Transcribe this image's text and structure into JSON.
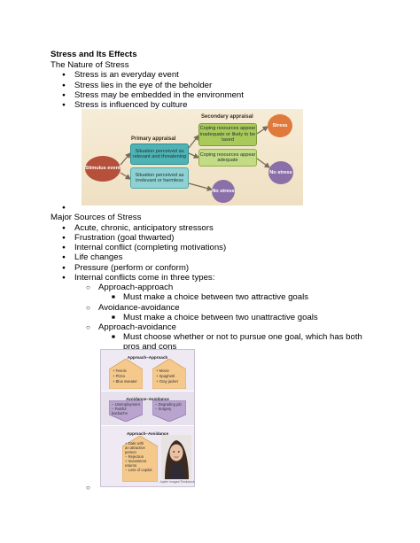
{
  "heading": "Stress and Its Effects",
  "nature_heading": "The Nature of Stress",
  "nature_bullets": [
    "Stress is an everyday event",
    "Stress lies in the eye of the beholder",
    "Stress may be embedded in the environment",
    "Stress is influenced by culture"
  ],
  "diagram": {
    "secondary_title": "Secondary appraisal",
    "primary_title": "Primary appraisal",
    "stimulus": "Stimulus event",
    "relevant": "Situation perceived as relevant and threatening",
    "irrelevant": "Situation perceived as irrelevant or harmless",
    "inadequate": "Coping resources appear inadequate or likely to be taxed",
    "adequate": "Coping resources appear adequate",
    "stress": "Stress",
    "no_stress_1": "No stress",
    "no_stress_2": "No stress",
    "colors": {
      "stimulus": "#b5513a",
      "primary_box": "#4fb3b5",
      "secondary_box": "#a9c95a",
      "stress": "#e07a3c",
      "no_stress": "#8a6fa8",
      "background": "#f3e6cc"
    }
  },
  "sources_heading": "Major Sources of Stress",
  "sources_bullets": [
    "Acute, chronic, anticipatory stressors",
    "Frustration (goal thwarted)",
    "Internal conflict (completing motivations)",
    "Life changes",
    "Pressure (perform or conform)",
    "Internal conflicts come in three types:"
  ],
  "conflicts": [
    {
      "name": "Approach-approach",
      "detail": "Must make a choice between two attractive goals"
    },
    {
      "name": "Avoidance-avoidance",
      "detail": "Must make a choice between two unattractive goals"
    },
    {
      "name": "Approach-avoidance",
      "detail": "Must choose whether or not to pursue one goal, which has both pros and cons"
    }
  ],
  "figure": {
    "aa_title": "Approach–Approach",
    "aa_left": [
      "+ Tennis",
      "+ Pizza",
      "+ Blue sweater"
    ],
    "aa_right": [
      "+ Movie",
      "+ Spaghetti",
      "+ Gray jacket"
    ],
    "av_title": "Avoidance–Avoidance",
    "av_left": [
      "− Unemployment",
      "− Painful",
      "   backache"
    ],
    "av_right": [
      "− Degrading job",
      "− Surgery"
    ],
    "apav_title": "Approach–Avoidance",
    "apav_items": [
      "+ Date with",
      "   an attractive",
      "   person",
      "− Rejection",
      "+ Investment",
      "   returns",
      "− Loss of capital"
    ],
    "credit": "Jupiter Images/Thinkstock"
  }
}
